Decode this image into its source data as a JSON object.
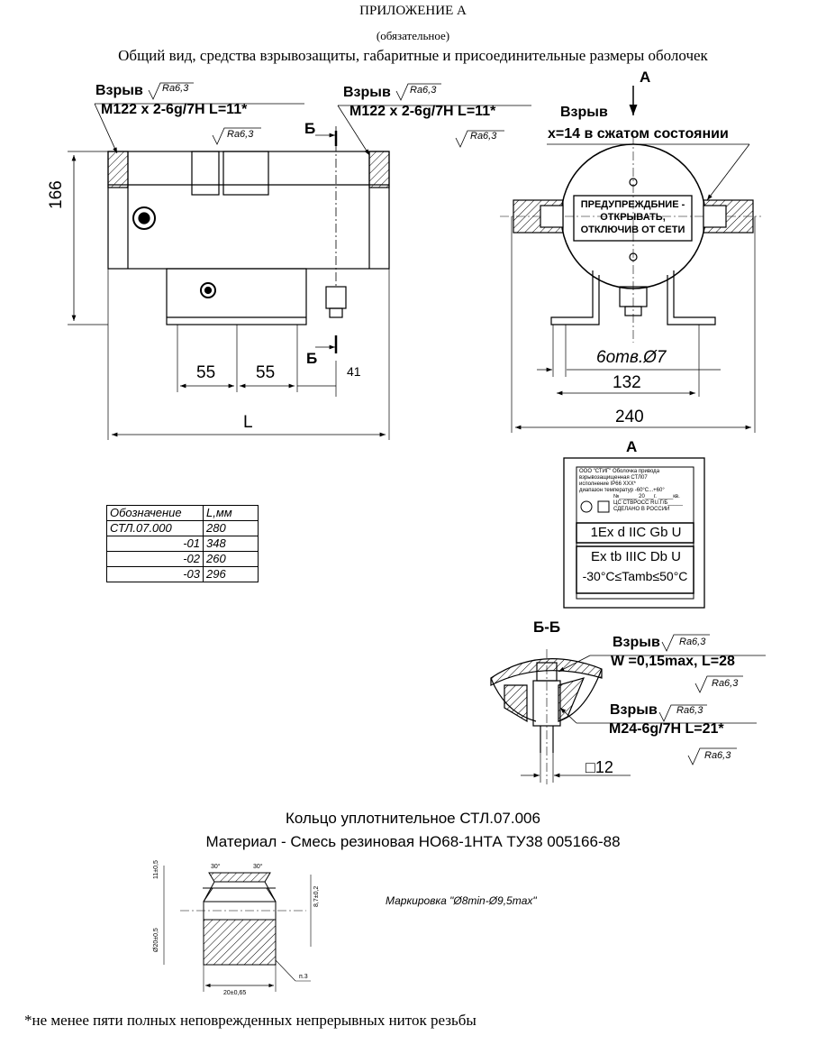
{
  "header": {
    "appendix": "ПРИЛОЖЕНИЕ А",
    "mandatory": "(обязательное)",
    "title": "Общий вид, средства взрывозащиты, габаритные и присоединительные размеры  оболочек"
  },
  "front_view": {
    "callout_left": {
      "word": "Взрыв",
      "rough": "Ra6,3",
      "thread": "М122 х 2-6g/7H L=11*",
      "rough2": "Ra6,3"
    },
    "callout_right": {
      "word": "Взрыв",
      "rough": "Ra6,3",
      "thread": "М122 х 2-6g/7H L=11*",
      "rough2": "Ra6,3"
    },
    "section_mark_top": "Б",
    "section_mark_bottom": "Б",
    "dim_height": "166",
    "dim_55_left": "55",
    "dim_55_right": "55",
    "dim_41": "41",
    "dim_L": "L"
  },
  "side_view": {
    "view_arrow": "А",
    "callout_word": "Взрыв",
    "callout_text": "х=14 в сжатом состоянии",
    "warning": [
      "ПРЕДУПРЕЖДБНИЕ -",
      "ОТКРЫВАТЬ,",
      "ОТКЛЮЧИВ ОТ СЕТИ"
    ],
    "dim_holes": "6отв.Ø7",
    "dim_132": "132",
    "dim_240": "240"
  },
  "plate_view": {
    "label": "А",
    "line1": "ООО \"СТИГ\" Оболочка привода",
    "line2": "взрывозащищенная  СТЛ07",
    "line3": "исполнение   IP66 ХХХ*",
    "line4": "диапазон температур -60°С...+60°",
    "line5": "№______ 20___г. _____кв.",
    "line6": "ЦС СТВРОСС RU.Г/Б_____",
    "line7": "СДЕЛАНО В РОССИИ",
    "mark1": "1Ex d  IIC  Gb U",
    "mark2": "Ex tb IIIC Db U",
    "mark3": "-30°C≤Tamb≤50°C"
  },
  "designation_table": {
    "headers": [
      "Обозначение",
      "L,мм"
    ],
    "rows": [
      [
        "СТЛ.07.000",
        "280"
      ],
      [
        "-01",
        "348"
      ],
      [
        "-02",
        "260"
      ],
      [
        "-03",
        "296"
      ]
    ]
  },
  "section_bb": {
    "label": "Б-Б",
    "callout1_word": "Взрыв",
    "callout1_rough": "Ra6,3",
    "callout1_text": "W =0,15max, L=28",
    "callout1_rough2": "Ra6,3",
    "callout2_word": "Взрыв",
    "callout2_rough": "Ra6,3",
    "callout2_text": "М24-6g/7H L=21*",
    "callout2_rough2": "Ra6,3",
    "dim_square": "□12"
  },
  "ring": {
    "title": "Кольцо уплотнительное СТЛ.07.006",
    "material": "Материал - Смесь резиновая НО68-1НТА ТУ38 005166-88",
    "marking": "Маркировка  \"Ø8min-Ø9,5max\"",
    "dim_top": "11±0,5",
    "dim_angle_left": "30°",
    "dim_angle_right": "30°",
    "dim_right": "8,7±0,2",
    "dim_diam": "Ø20±0,5",
    "dim_width": "20±0,65",
    "dim_n": "п.3"
  },
  "footnote": "*не менее пяти полных неповрежденных непрерывных ниток резьбы"
}
